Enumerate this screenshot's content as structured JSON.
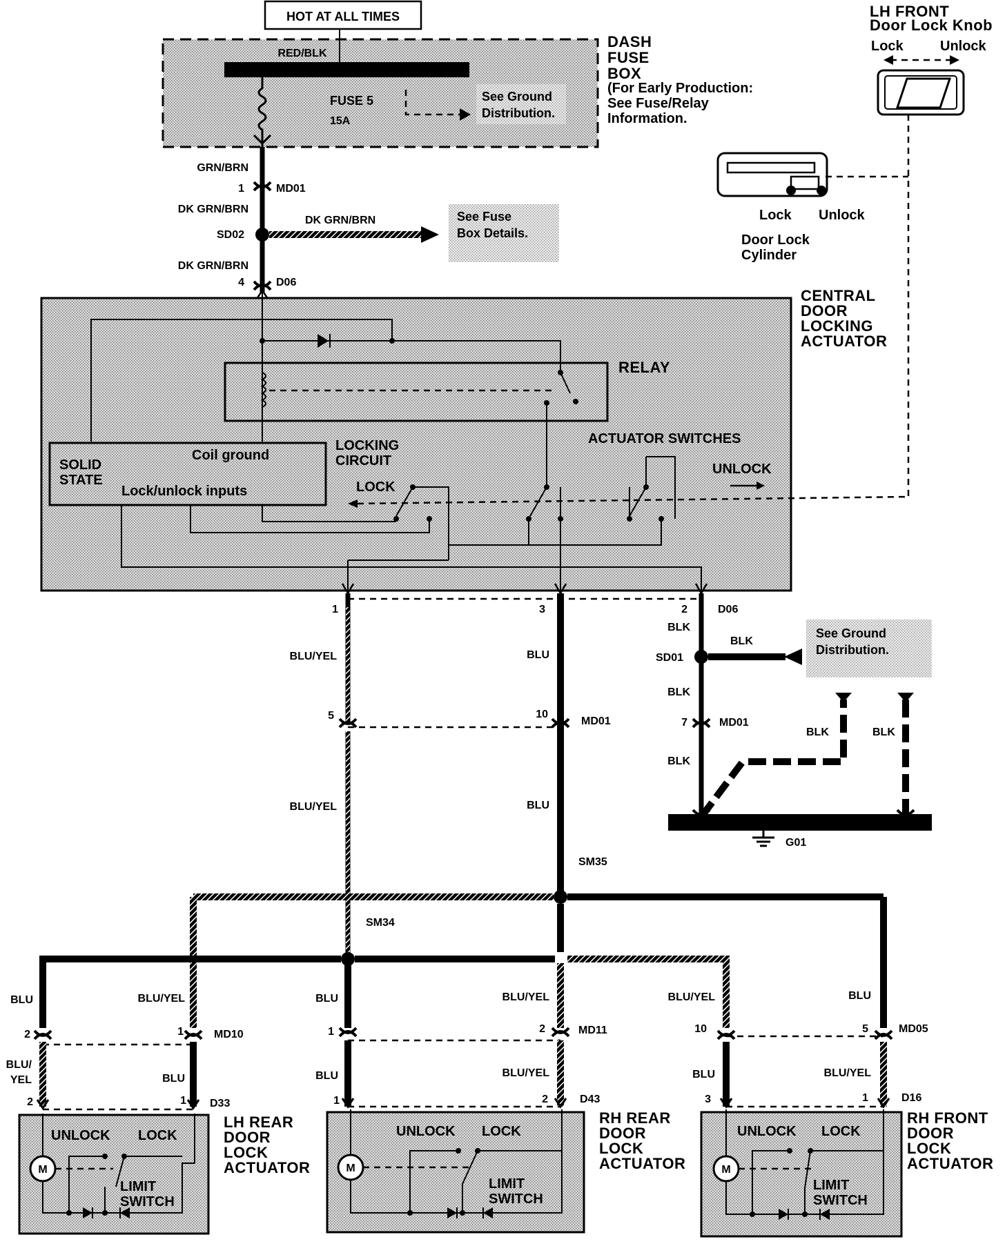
{
  "hot_at_all_times": "HOT AT ALL TIMES",
  "fuse_box": {
    "title": [
      "DASH",
      "FUSE",
      "BOX"
    ],
    "note": [
      "(For Early Production:",
      "See Fuse/Relay",
      "Information."
    ],
    "wire_in": "RED/BLK",
    "fuse_label": "FUSE 5",
    "fuse_amp": "15A",
    "ground_ref": [
      "See Ground",
      "Distribution."
    ]
  },
  "top_wires": {
    "w1": "GRN/BRN",
    "pin1": "1",
    "conn1": "MD01",
    "w2": "DK GRN/BRN",
    "splice": "SD02",
    "w3": "DK GRN/BRN",
    "fuse_ref": [
      "See Fuse",
      "Box Details."
    ],
    "w4": "DK GRN/BRN",
    "pin4": "4",
    "conn4": "D06"
  },
  "knob": {
    "title": [
      "LH FRONT",
      "Door Lock Knob"
    ],
    "lock": "Lock",
    "unlock": "Unlock"
  },
  "cylinder": {
    "lock": "Lock",
    "unlock": "Unlock",
    "title": [
      "Door Lock",
      "Cylinder"
    ]
  },
  "actuator": {
    "title": [
      "CENTRAL",
      "DOOR",
      "LOCKING",
      "ACTUATOR"
    ],
    "relay": "RELAY",
    "solid_state": [
      "SOLID",
      "STATE"
    ],
    "coil_ground": "Coil ground",
    "inputs": "Lock/unlock inputs",
    "locking_circuit": [
      "LOCKING",
      "CIRCUIT"
    ],
    "lock": "LOCK",
    "actuator_switches": "ACTUATOR SWITCHES",
    "unlock": "UNLOCK"
  },
  "mid_wires": {
    "pin1": "1",
    "pin3": "3",
    "pin2": "2",
    "d06": "D06",
    "blu_yel_a": "BLU/YEL",
    "blu_a": "BLU",
    "blk_a": "BLK",
    "sd01": "SD01",
    "blk_b": "BLK",
    "ground_ref": [
      "See Ground",
      "Distribution."
    ],
    "blk_c": "BLK",
    "pin5": "5",
    "pin10": "10",
    "md01_a": "MD01",
    "pin7": "7",
    "md01_b": "MD01",
    "blk_d": "BLK",
    "blk_e": "BLK",
    "blk_f": "BLK",
    "blu_yel_b": "BLU/YEL",
    "blu_b": "BLU",
    "sm35": "SM35",
    "g01": "G01",
    "sm34": "SM34"
  },
  "lh_rear": {
    "w_left": "BLU",
    "w_right": "BLU/YEL",
    "pin_l": "2",
    "pin_r": "1",
    "conn": "MD10",
    "w_left2": [
      "BLU/",
      "YEL"
    ],
    "w_right2": "BLU",
    "pin_l2": "2",
    "pin_r2": "1",
    "conn2": "D33",
    "title": [
      "LH REAR",
      "DOOR",
      "LOCK",
      "ACTUATOR"
    ]
  },
  "rh_rear": {
    "w_left": "BLU",
    "w_right": "BLU/YEL",
    "pin_l": "1",
    "pin_r": "2",
    "conn": "MD11",
    "w_left2": "BLU",
    "w_right2": "BLU/YEL",
    "pin_l2": "1",
    "pin_r2": "2",
    "conn2": "D43",
    "title": [
      "RH REAR",
      "DOOR",
      "LOCK",
      "ACTUATOR"
    ]
  },
  "rh_front": {
    "w_left": "BLU/YEL",
    "w_right": "BLU",
    "pin_l": "10",
    "pin_r": "5",
    "conn": "MD05",
    "w_left2": "BLU",
    "w_right2": "BLU/YEL",
    "pin_l2": "3",
    "pin_r2": "1",
    "conn2": "D16",
    "title": [
      "RH FRONT",
      "DOOR",
      "LOCK",
      "ACTUATOR"
    ]
  },
  "door_actuator": {
    "unlock": "UNLOCK",
    "lock": "LOCK",
    "limit": [
      "LIMIT",
      "SWITCH"
    ],
    "motor": "M"
  }
}
